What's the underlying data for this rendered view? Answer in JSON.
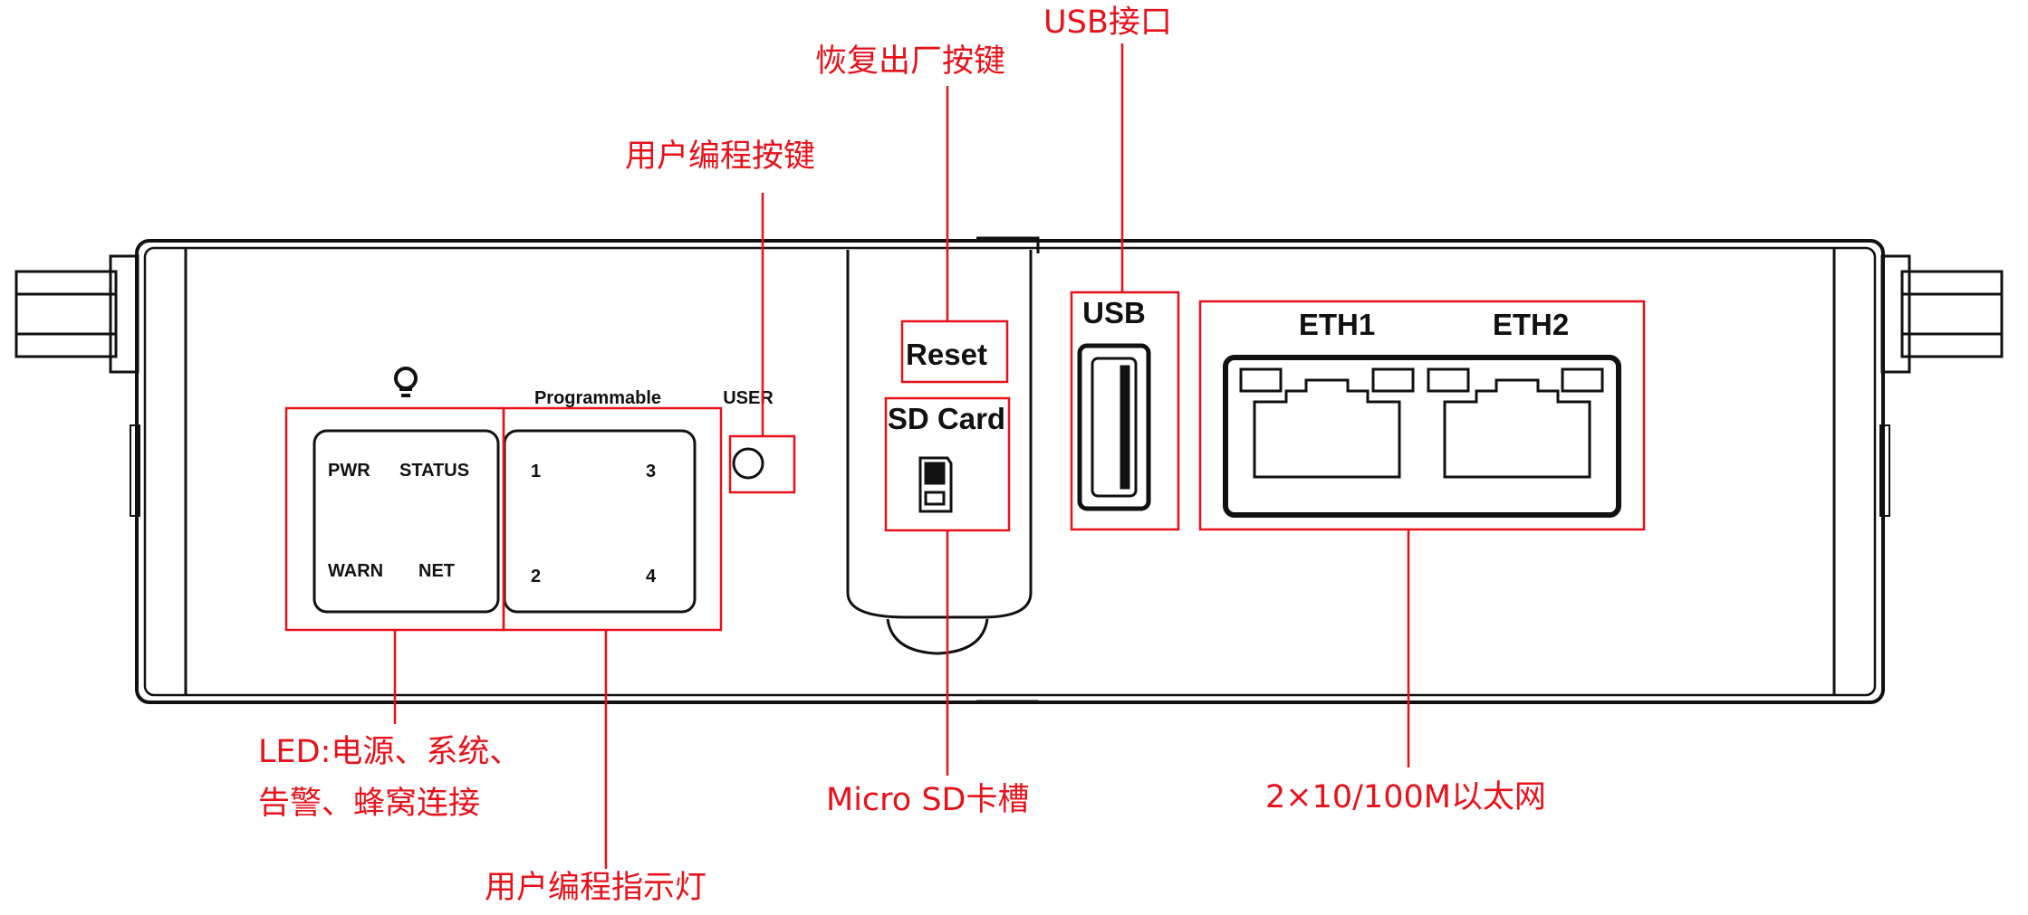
{
  "device_labels": {
    "programmable": "Programmable",
    "user": "USER",
    "led_pwr": "PWR",
    "led_status": "STATUS",
    "led_warn": "WARN",
    "led_net": "NET",
    "prog_1": "1",
    "prog_2": "2",
    "prog_3": "3",
    "prog_4": "4",
    "reset": "Reset",
    "sd_card": "SD Card",
    "usb": "USB",
    "eth1": "ETH1",
    "eth2": "ETH2"
  },
  "callouts": {
    "usb_port": "USB接口",
    "factory_reset": "恢复出厂按键",
    "user_button": "用户编程按键",
    "led_line1": "LED:电源、系统、",
    "led_line2": "告警、蜂窝连接",
    "user_indicator": "用户编程指示灯",
    "micro_sd": "Micro SD卡槽",
    "ethernet": "2×10/100M以太网"
  },
  "colors": {
    "annotation": "#e8111a",
    "outline": "#111111",
    "background": "#ffffff"
  },
  "icons": [
    "bulb-icon",
    "microsd-card-icon"
  ]
}
